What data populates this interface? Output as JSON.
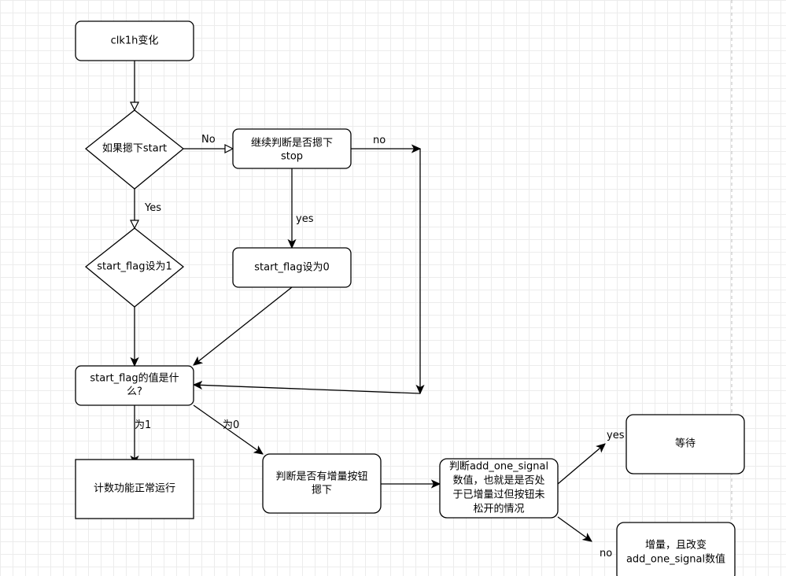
{
  "nodes": {
    "clk_change": "clk1h变化",
    "if_start": "如果摁下start",
    "check_stop": [
      "继续判断是否摁下",
      "stop"
    ],
    "set_flag_1": "start_flag设为1",
    "set_flag_0": "start_flag设为0",
    "flag_value": [
      "start_flag的值是什",
      "么?"
    ],
    "counting": "计数功能正常运行",
    "increment_pressed": [
      "判断是否有增量按钮",
      "摁下"
    ],
    "holding_check": [
      "判断add_one_signal",
      "数值，也就是是否处",
      "于已增量过但按钮未",
      "松开的情况"
    ],
    "wait": "等待",
    "increment": [
      "增量，且改变",
      "add_one_signal数值"
    ]
  },
  "edges": {
    "start_no": "No",
    "start_yes": "Yes",
    "stop_no": "no",
    "stop_yes": "yes",
    "flag_1": "为1",
    "flag_0": "为0",
    "hold_yes": "yes",
    "hold_no": "no"
  }
}
